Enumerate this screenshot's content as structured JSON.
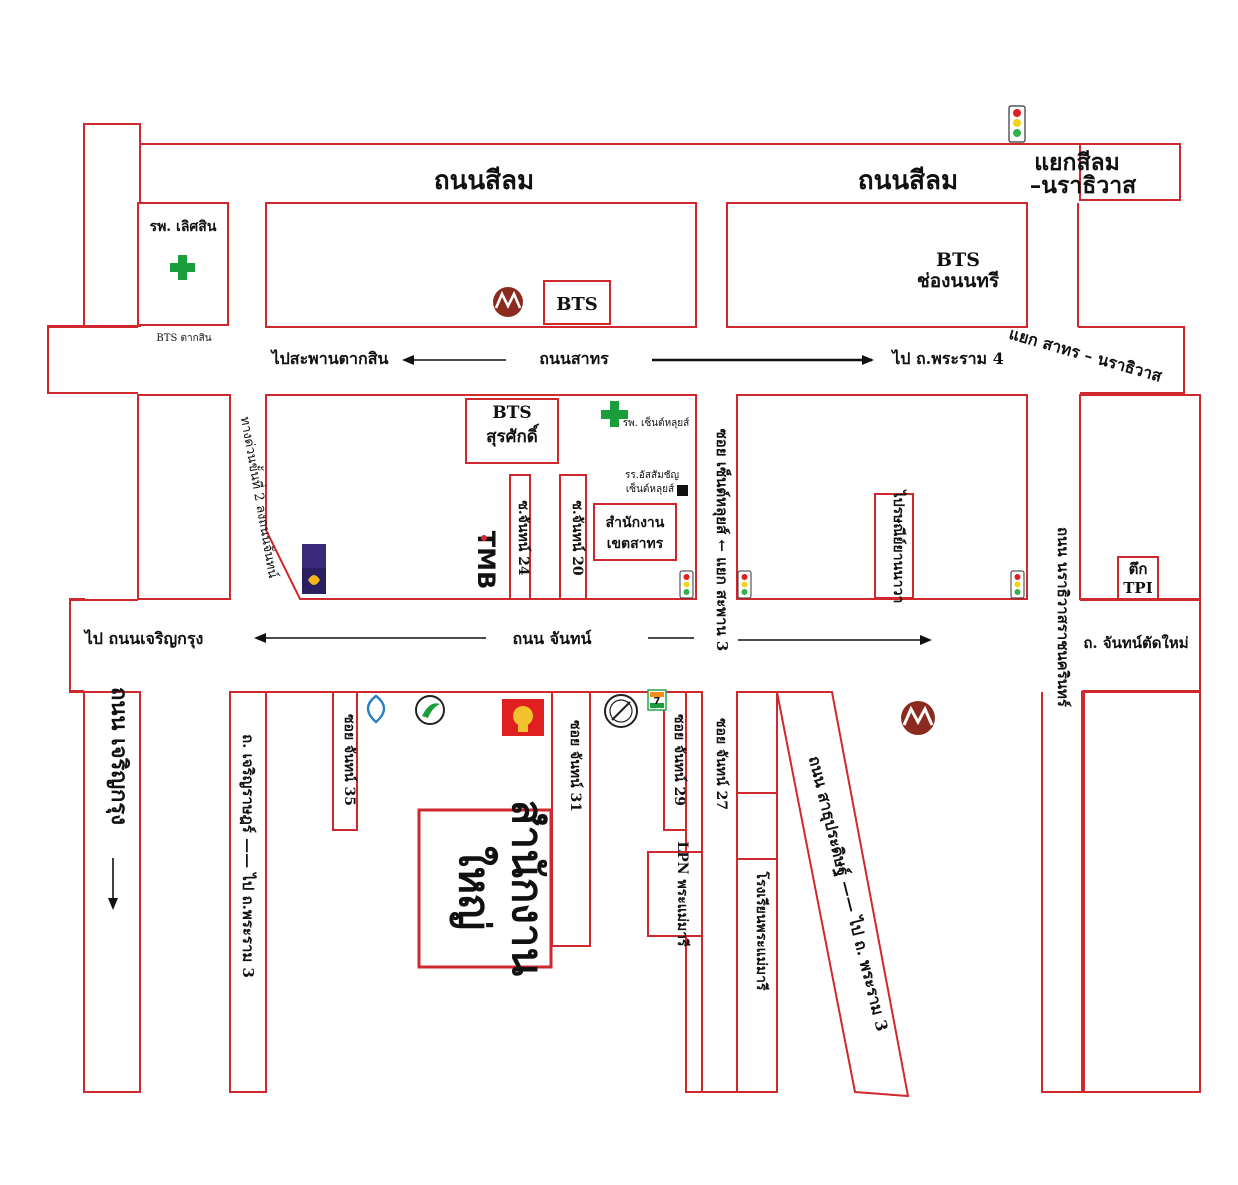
{
  "colors": {
    "block_stroke": "#d0282e",
    "hospital_cross": "#1a9e3c",
    "text": "#111111",
    "tmb_blue": "#1f5ab5",
    "tmb_red": "#d0282e"
  },
  "roads": {
    "silom_left": "ถนนสีลม",
    "silom_right": "ถนนสีลม",
    "silom_naradhiwas_junction_1": "แยกสีลม",
    "silom_naradhiwas_junction_2": "–นราธิวาส",
    "sathorn": "ถนนสาทร",
    "to_taksin_bridge": "ไปสะพานตากสิน",
    "to_rama4": "ไป ถ.พระราม 4",
    "sathorn_naradhiwas_junction": "แยก สาทร – นราธิวาส",
    "chan": "ถนน จันทน์",
    "to_charoenkrung": "ไป ถนนเจริญกรุง",
    "chan_new": "ถ. จันทน์ตัดใหม่",
    "charoenkrung": "ถนน เจริญกรุง",
    "charoenrat_rama3": "ถ. เจริญราษฎร์ —— ไป ถ.พระราม 3",
    "sathupradit": "ถนน สาธุประดิษฐ์ —— ไป ถ. พระราม 3",
    "naradhiwas": "ถนน นราธิวาสราชนครินทร์",
    "soi_saint_louis": "ซอย เซ็นต์หลุยส์ ← แยก สะพาน 3",
    "bangkok_water_road": "ทางด่วนขั้นที่ 2 ลงถนนจันทน์"
  },
  "sois": {
    "chan24": "ซ.จันทน์ 24",
    "chan20": "ซ.จันทน์ 20",
    "chan35": "ซอย จันทน์ 35",
    "chan31": "ซอย จันทน์ 31",
    "chan29": "ซอย จันทน์ 29",
    "chan27": "ซอย จันทน์ 27"
  },
  "places": {
    "hospital_lertsin": "รพ. เลิศสิน",
    "bts_taksin": "BTS ตากสิน",
    "bts": "BTS",
    "bts_chongnonsi_1": "BTS",
    "bts_chongnonsi_2": "ช่องนนทรี",
    "bts_surasak_1": "BTS",
    "bts_surasak_2": "สุรศักดิ์",
    "hospital_saint_louis": "รพ. เซ็นต์หลุยส์",
    "school_assumption_1": "รร.อัสสัมชัญ",
    "school_assumption_2": "เซ็นต์หลุยส์",
    "district_office_1": "สำนักงาน",
    "district_office_2": "เขตสาทร",
    "tmb": "TMB",
    "post_office": "ไปรษณีย์ยานนาวา",
    "tpi_1": "ตึก",
    "tpi_2": "TPI",
    "lpn": "LPN พระแม่มารี",
    "school_mater_dei": "โรงเรียนพระแม่มารี",
    "head_office_1": "สำนักงาน",
    "head_office_2": "ใหญ่",
    "head_office_label": "สำนักงานใหญ่"
  },
  "head_office": {
    "line1": "สำนักงาน",
    "line2": "ใหญ่"
  }
}
